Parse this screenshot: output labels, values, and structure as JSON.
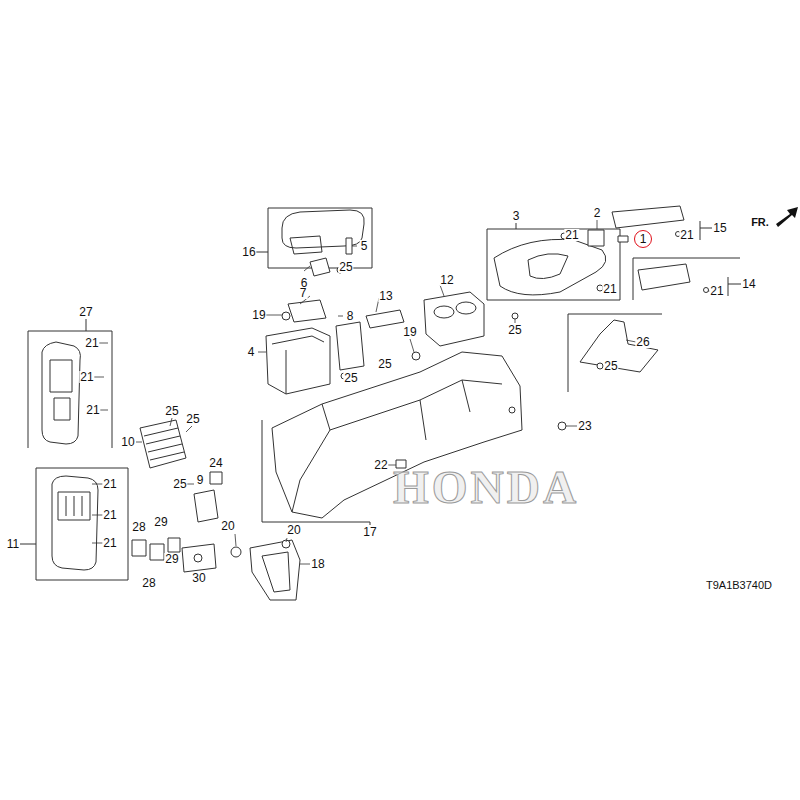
{
  "diagram": {
    "nodes": [
      {
        "text": [
          "1"
        ]
      }
    ],
    "labels": [
      "27",
      "21",
      "21",
      "21",
      "11",
      "21",
      "21",
      "21",
      "10",
      "25",
      "25",
      "24",
      "25",
      "9",
      "28",
      "29",
      "29",
      "28",
      "30",
      "20",
      "20",
      "18",
      "17",
      "22",
      "23",
      "16",
      "5",
      "6",
      "25",
      "7",
      "19",
      "13",
      "12",
      "8",
      "4",
      "25",
      "19",
      "25",
      "3",
      "21",
      "21",
      "25",
      "2",
      "21",
      "15",
      "21",
      "14",
      "26",
      "25",
      "FR.",
      "HONDA",
      "T9A1B3740D"
    ]
  }
}
